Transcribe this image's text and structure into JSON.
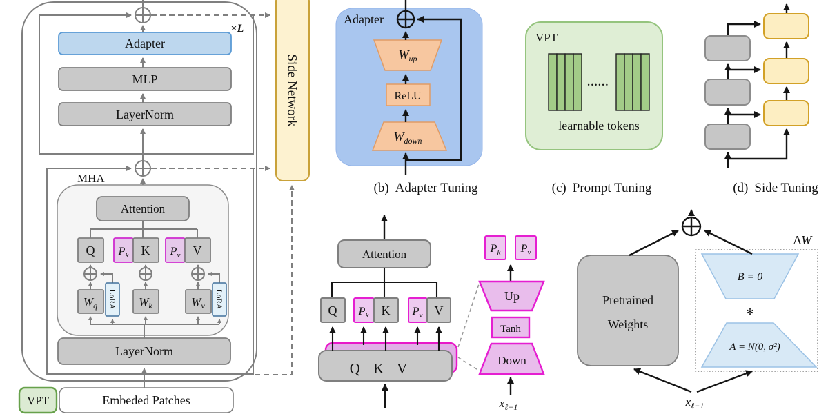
{
  "colors": {
    "adapter_blue_fill": "#bdd7ee",
    "adapter_blue_border": "#5b9bd5",
    "panel_blue_bg": "#a9c6ef",
    "orange_fill": "#f7c7a0",
    "green_bg": "#dfeed5",
    "green_bar": "#a3cc88",
    "green_border": "#95c47e",
    "side_network_fill": "#fdf2d0",
    "side_network_border": "#c9a23a",
    "side_tuning_yellow": "#fdeec2",
    "side_tuning_border": "#d2a127",
    "gray_fill": "#c9c9c9",
    "gray_line": "#7f7f7f",
    "magenta": "#e51fd1",
    "lavender_fill": "#e6c9ea",
    "orchid_fill": "#e9bdec",
    "orchid_backdrop": "#e0b0e6",
    "lora_fill": "#e3f1f9",
    "lora_border": "#41719c",
    "lora_trap_fill": "#d8e9f6",
    "lora_trap_border": "#9cc2e5"
  },
  "transformer": {
    "times": "×",
    "layers": "L",
    "adapter": "Adapter",
    "mlp": "MLP",
    "ln_top": "LayerNorm",
    "ln_bottom": "LayerNorm",
    "mha": "MHA",
    "attention": "Attention",
    "q": "Q",
    "k": "K",
    "v": "V",
    "pk": {
      "b": "P",
      "s": "k"
    },
    "pv": {
      "b": "P",
      "s": "v"
    },
    "wq": {
      "b": "W",
      "s": "q"
    },
    "wk": {
      "b": "W",
      "s": "k"
    },
    "wv": {
      "b": "W",
      "s": "v"
    },
    "lora_left": "LoRA",
    "lora_right": "LoRA",
    "vpt": "VPT",
    "embedded_patches": "Embeded Patches"
  },
  "side_network": {
    "label": "Side Network"
  },
  "adapter_tuning": {
    "label": "Adapter",
    "wup": {
      "b": "W",
      "s": "up"
    },
    "relu": "ReLU",
    "wdown": {
      "b": "W",
      "s": "down"
    },
    "caption": {
      "prefix": "(b)",
      "text": "Adapter Tuning"
    }
  },
  "prompt_tuning": {
    "label": "VPT",
    "dots": "......",
    "tokens": "learnable tokens",
    "caption": {
      "prefix": "(c)",
      "text": "Prompt Tuning"
    }
  },
  "side_tuning": {
    "caption": {
      "prefix": "(d)",
      "text": "Side Tuning"
    }
  },
  "prefix_attention": {
    "attention": "Attention",
    "q": "Q",
    "k": "K",
    "v": "V",
    "pk": {
      "b": "P",
      "s": "k"
    },
    "pv": {
      "b": "P",
      "s": "v"
    },
    "pk_float": {
      "b": "P",
      "s": "k"
    },
    "pv_float": {
      "b": "P",
      "s": "v"
    },
    "qkv": "Q K V",
    "up": "Up",
    "tanh": "Tanh",
    "down": "Down",
    "x_input": {
      "b": "x",
      "s": "ℓ−1"
    }
  },
  "lora_diagram": {
    "pretrained_line1": "Pretrained",
    "pretrained_line2": "Weights",
    "delta": "Δ",
    "w": "W",
    "b_eq": "B = 0",
    "star": "*",
    "a_eq": "A = N(0, σ²)",
    "x_input": {
      "b": "x",
      "s": "ℓ−1"
    }
  }
}
